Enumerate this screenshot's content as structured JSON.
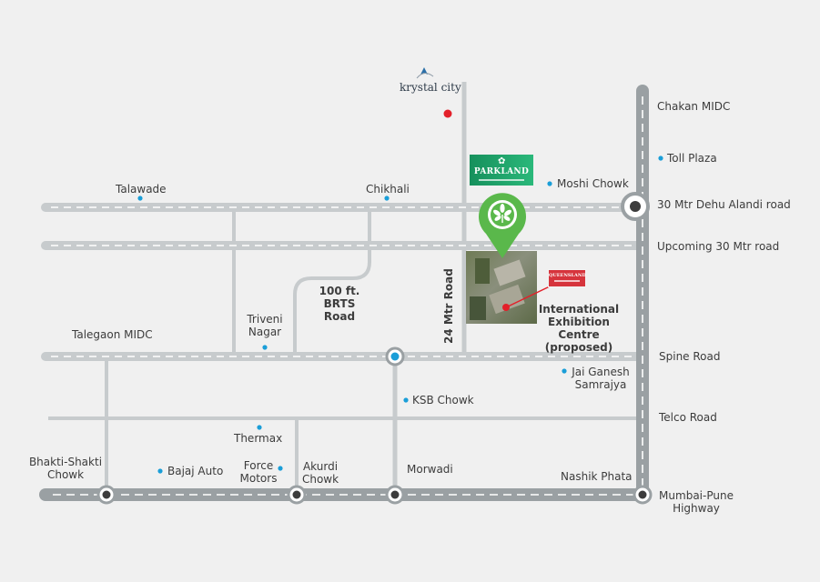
{
  "colors": {
    "background": "#f0f0f0",
    "road": "#c7cbcd",
    "highway": "#9aa0a3",
    "dash": "#ffffff",
    "poi_dot": "#1a9ed8",
    "red_dot": "#e3202a",
    "pin": "#5ab84b",
    "parkland": "#1ea468",
    "queensland": "#d6343c"
  },
  "labels": {
    "krystal_city": "krystal city",
    "chakan_midc": "Chakan MIDC",
    "toll_plaza": "Toll Plaza",
    "moshi_chowk": "Moshi Chowk",
    "dehu_alandi": "30 Mtr Dehu Alandi road",
    "upcoming_road": "Upcoming 30 Mtr road",
    "talawade": "Talawade",
    "chikhali": "Chikhali",
    "brts_road": "100 ft. BRTS\nRoad",
    "mtr24_road": "24 Mtr Road",
    "triveni_nagar": "Triveni\nNagar",
    "talegaon_midc": "Talegaon MIDC",
    "exhibition": "International\nExhibition\nCentre (proposed)",
    "spine_road": "Spine Road",
    "jai_ganesh": "Jai Ganesh\nSamrajya",
    "ksb_chowk": "KSB Chowk",
    "telco_road": "Telco Road",
    "thermax": "Thermax",
    "bhakti_shakti": "Bhakti-Shakti\nChowk",
    "bajaj_auto": "Bajaj Auto",
    "force_motors": "Force\nMotors",
    "akurdi_chowk": "Akurdi\nChowk",
    "morwadi": "Morwadi",
    "nashik_phata": "Nashik Phata",
    "mumbai_pune": "Mumbai-Pune\nHighway"
  },
  "logos": {
    "parkland": "PARKLAND",
    "queensland": "QUEENSLAND"
  }
}
